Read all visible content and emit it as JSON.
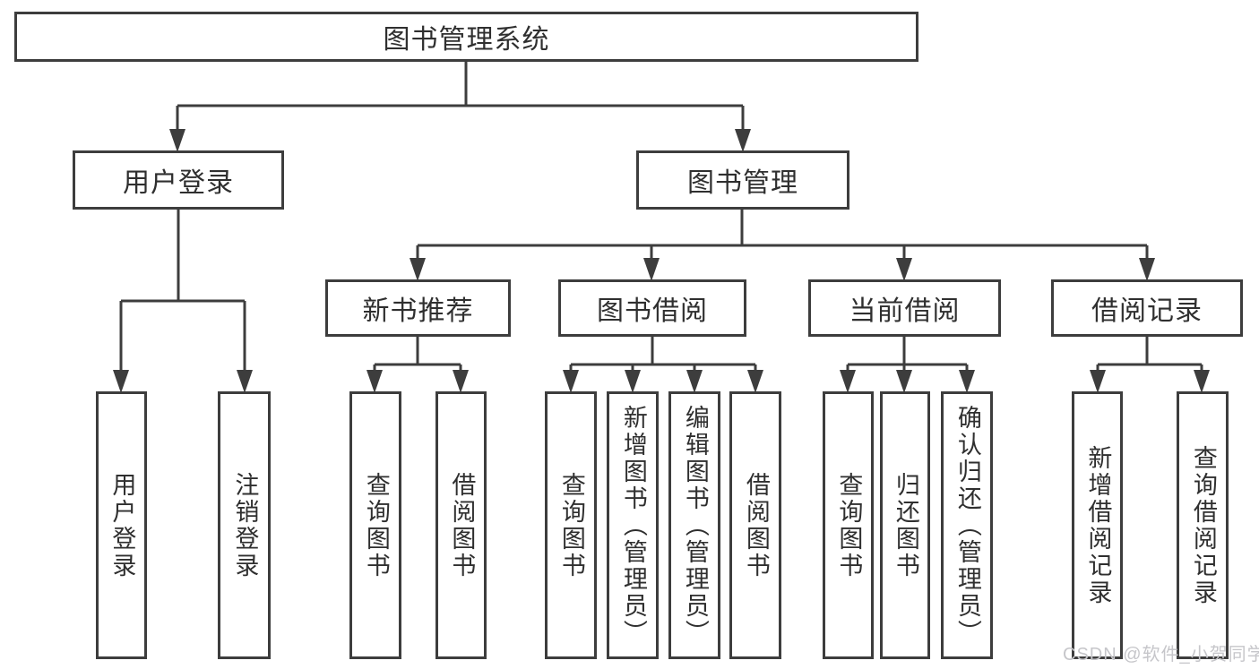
{
  "diagram": {
    "type": "org-tree",
    "background": "#ffffff",
    "line_color": "#3d3d3d",
    "text_color": "#2f2f2f",
    "watermark_color": "#c6c6ca",
    "nodes": {
      "root": "图书管理系统",
      "login": "用户登录",
      "mgmt": "图书管理",
      "newbook": "新书推荐",
      "borrow": "图书借阅",
      "current": "当前借阅",
      "records": "借阅记录",
      "leaf_user_login": "用户登录",
      "leaf_logout": "注销登录",
      "leaf_newbook_query": "查询图书",
      "leaf_newbook_borrow": "借阅图书",
      "leaf_borrow_query": "查询图书",
      "leaf_borrow_add": "新增图书（管理员）",
      "leaf_borrow_edit": "编辑图书（管理员）",
      "leaf_borrow_borrow": "借阅图书",
      "leaf_current_query": "查询图书",
      "leaf_current_return": "归还图书",
      "leaf_current_confirm": "确认归还（管理员）",
      "leaf_records_add": "新增借阅记录",
      "leaf_records_query": "查询借阅记录"
    },
    "hierarchy": {
      "图书管理系统": {
        "用户登录": [
          "用户登录",
          "注销登录"
        ],
        "图书管理": {
          "新书推荐": [
            "查询图书",
            "借阅图书"
          ],
          "图书借阅": [
            "查询图书",
            "新增图书（管理员）",
            "编辑图书（管理员）",
            "借阅图书"
          ],
          "当前借阅": [
            "查询图书",
            "归还图书",
            "确认归还（管理员）"
          ],
          "借阅记录": [
            "新增借阅记录",
            "查询借阅记录"
          ]
        }
      }
    },
    "watermark": "CSDN @软件_小贺同学"
  }
}
